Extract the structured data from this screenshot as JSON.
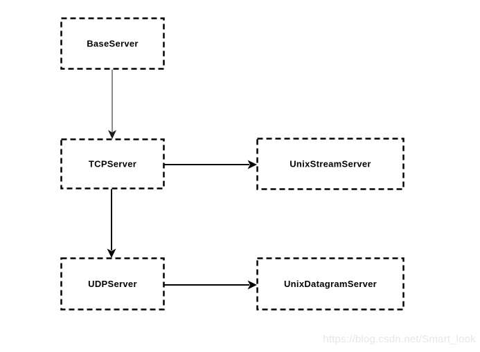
{
  "diagram": {
    "nodes": [
      {
        "id": "base-server",
        "label": "BaseServer"
      },
      {
        "id": "tcp-server",
        "label": "TCPServer"
      },
      {
        "id": "unix-stream-server",
        "label": "UnixStreamServer"
      },
      {
        "id": "udp-server",
        "label": "UDPServer"
      },
      {
        "id": "unix-datagram-server",
        "label": "UnixDatagramServer"
      }
    ],
    "edges": [
      {
        "from": "BaseServer",
        "to": "TCPServer",
        "style": "thin-gray"
      },
      {
        "from": "TCPServer",
        "to": "UnixStreamServer",
        "style": "thick-black"
      },
      {
        "from": "TCPServer",
        "to": "UDPServer",
        "style": "thick-black"
      },
      {
        "from": "UDPServer",
        "to": "UnixDatagramServer",
        "style": "thick-black"
      }
    ],
    "box_style": "dashed"
  },
  "watermark": {
    "text": "https://blog.csdn.net/Smart_look",
    "color": "#e7e7e7"
  },
  "colors": {
    "background": "#ffffff",
    "box_border": "#000000",
    "label_text": "#000000",
    "arrow": "#000000",
    "thin_arrow_line": "#4d4d4d"
  }
}
